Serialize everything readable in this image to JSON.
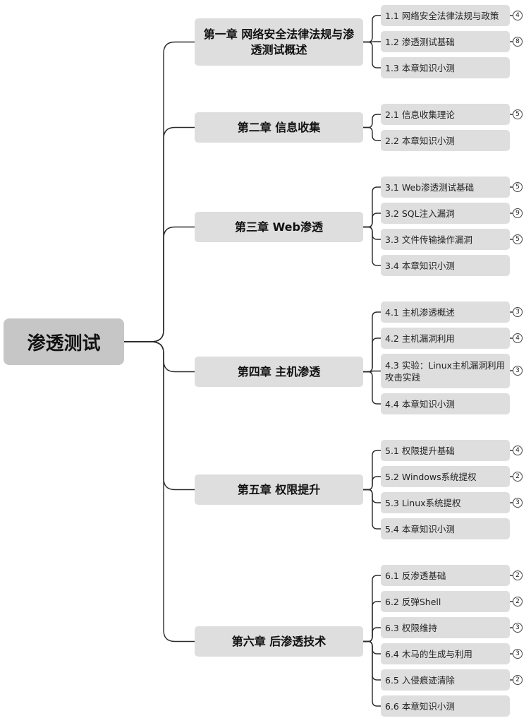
{
  "root": {
    "label": "渗透测试"
  },
  "chapters": [
    {
      "label": "第一章 网络安全法律法规与渗透测试概述",
      "sections": [
        {
          "label": "1.1 网络安全法律法规与政策",
          "count": "4"
        },
        {
          "label": "1.2 渗透测试基础",
          "count": "8"
        },
        {
          "label": "1.3 本章知识小测",
          "count": ""
        }
      ]
    },
    {
      "label": "第二章 信息收集",
      "sections": [
        {
          "label": "2.1 信息收集理论",
          "count": "5"
        },
        {
          "label": "2.2 本章知识小测",
          "count": ""
        }
      ]
    },
    {
      "label": "第三章 Web渗透",
      "sections": [
        {
          "label": "3.1 Web渗透测试基础",
          "count": "5"
        },
        {
          "label": "3.2 SQL注入漏洞",
          "count": "9"
        },
        {
          "label": "3.3 文件传输操作漏洞",
          "count": "5"
        },
        {
          "label": "3.4 本章知识小测",
          "count": ""
        }
      ]
    },
    {
      "label": "第四章 主机渗透",
      "sections": [
        {
          "label": "4.1 主机渗透概述",
          "count": "3"
        },
        {
          "label": "4.2 主机漏洞利用",
          "count": "4"
        },
        {
          "label": "4.3 实验：Linux主机漏洞利用攻击实践",
          "count": "3"
        },
        {
          "label": "4.4 本章知识小测",
          "count": ""
        }
      ]
    },
    {
      "label": "第五章 权限提升",
      "sections": [
        {
          "label": "5.1 权限提升基础",
          "count": "4"
        },
        {
          "label": "5.2 Windows系统提权",
          "count": "2"
        },
        {
          "label": "5.3 Linux系统提权",
          "count": "3"
        },
        {
          "label": "5.4 本章知识小测",
          "count": ""
        }
      ]
    },
    {
      "label": "第六章 后渗透技术",
      "sections": [
        {
          "label": "6.1 反渗透基础",
          "count": "2"
        },
        {
          "label": "6.2 反弹Shell",
          "count": "2"
        },
        {
          "label": "6.3 权限维持",
          "count": "3"
        },
        {
          "label": "6.4 木马的生成与利用",
          "count": "3"
        },
        {
          "label": "6.5 入侵痕迹清除",
          "count": "2"
        },
        {
          "label": "6.6 本章知识小测",
          "count": ""
        }
      ]
    }
  ],
  "colors": {
    "node": "#dedede",
    "root": "#c6c6c6",
    "line": "#2b2b2b"
  }
}
